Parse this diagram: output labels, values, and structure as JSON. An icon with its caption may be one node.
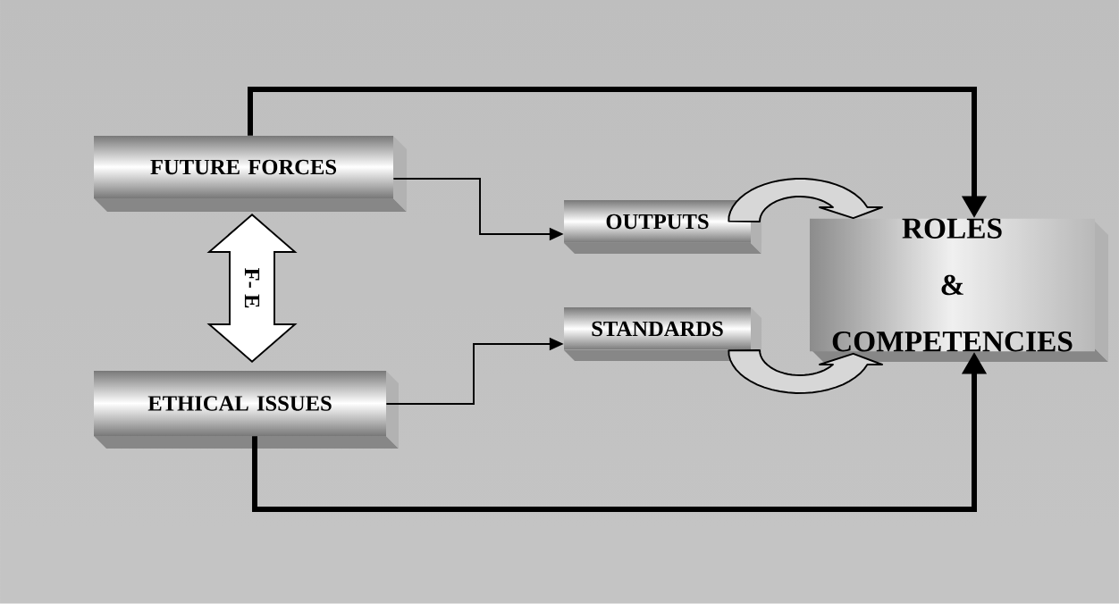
{
  "diagram": {
    "nodes": [
      {
        "text": [
          "FUTURE FORCES"
        ]
      },
      {
        "text": [
          "ETHICAL ISSUES"
        ]
      },
      {
        "text": [
          "OUTPUTS"
        ]
      },
      {
        "text": [
          "STANDARDS"
        ]
      },
      {
        "text": [
          "ROLES & COMPETENCIES"
        ]
      }
    ],
    "edges": [
      {
        "from": 0,
        "to": 4,
        "arrow": "to",
        "style": "thick"
      },
      {
        "from": 0,
        "to": 2,
        "arrow": "to"
      },
      {
        "from": 1,
        "to": 3,
        "arrow": "to"
      },
      {
        "from": 1,
        "to": 4,
        "arrow": "to",
        "style": "thick"
      },
      {
        "from": 2,
        "to": 4,
        "arrow": "to"
      },
      {
        "from": 3,
        "to": 4,
        "arrow": "to"
      },
      {
        "from": 0,
        "to": 1,
        "arrow": "both",
        "label": "F- E"
      }
    ]
  }
}
